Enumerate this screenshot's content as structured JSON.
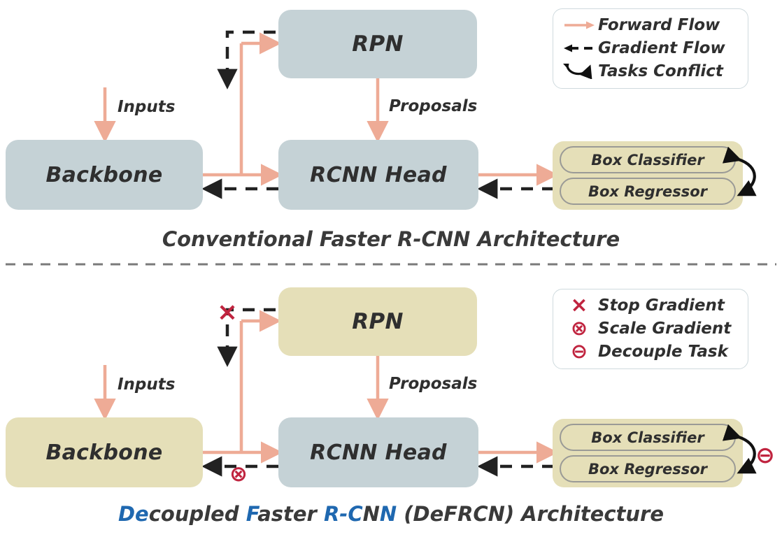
{
  "colors": {
    "box_blue": "#c5d2d6",
    "box_khaki": "#e5dfb8",
    "forward_arrow": "#eeab96",
    "gradient_arrow": "#222222",
    "symbol_red": "#c0243f",
    "highlight_blue": "#1f68b0",
    "text_dark": "#2f2f2f",
    "divider_gray": "#7a7a7a"
  },
  "top": {
    "nodes": {
      "backbone": "Backbone",
      "rpn": "RPN",
      "rcnn_head": "RCNN Head",
      "box_classifier": "Box Classifier",
      "box_regressor": "Box Regressor"
    },
    "edge_labels": {
      "inputs": "Inputs",
      "proposals": "Proposals"
    },
    "legend": [
      {
        "icon": "forward-flow-arrow-icon",
        "label": "Forward Flow"
      },
      {
        "icon": "gradient-flow-arrow-icon",
        "label": "Gradient Flow"
      },
      {
        "icon": "tasks-conflict-curve-icon",
        "label": "Tasks Conflict"
      }
    ],
    "caption": "Conventional Faster R-CNN Architecture"
  },
  "bottom": {
    "nodes": {
      "backbone": "Backbone",
      "rpn": "RPN",
      "rcnn_head": "RCNN Head",
      "box_classifier": "Box Classifier",
      "box_regressor": "Box Regressor"
    },
    "edge_labels": {
      "inputs": "Inputs",
      "proposals": "Proposals"
    },
    "legend": [
      {
        "icon": "stop-gradient-icon",
        "glyph": "×",
        "label": "Stop  Gradient"
      },
      {
        "icon": "scale-gradient-icon",
        "glyph": "⊗",
        "label": "Scale Gradient"
      },
      {
        "icon": "decouple-task-icon",
        "glyph": "⊖",
        "label": "Decouple Task"
      }
    ],
    "markers": {
      "stop_gradient": "×",
      "scale_gradient": "⊗",
      "decouple_task": "⊖"
    },
    "caption_parts": [
      {
        "text": "De",
        "blue": true
      },
      {
        "text": "coupled ",
        "blue": false
      },
      {
        "text": "F",
        "blue": true
      },
      {
        "text": "aster ",
        "blue": false
      },
      {
        "text": "R-C",
        "blue": true
      },
      {
        "text": "N",
        "blue": false
      },
      {
        "text": "N",
        "blue": true
      },
      {
        "text": " (DeFRCN) Architecture",
        "blue": false
      }
    ]
  }
}
